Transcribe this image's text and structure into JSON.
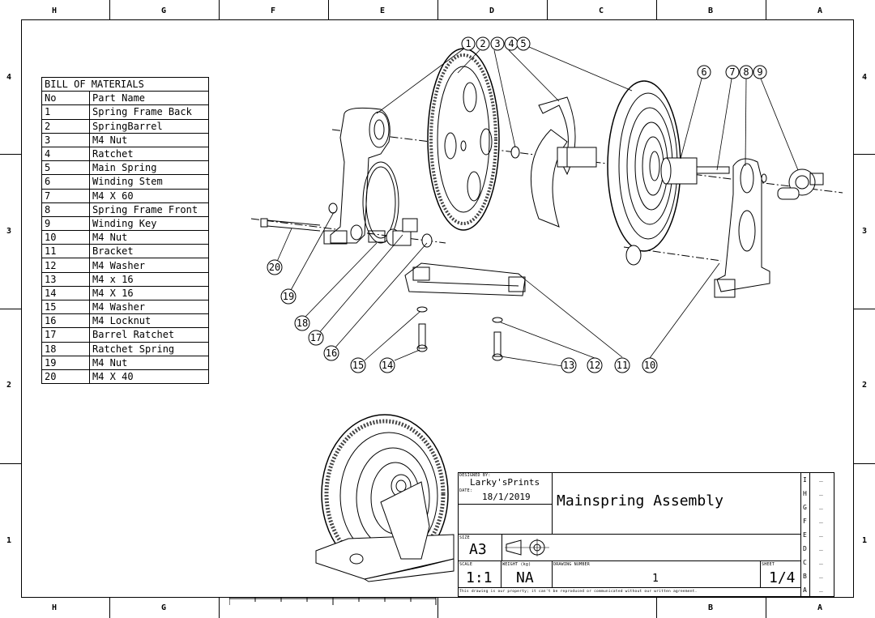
{
  "zones": {
    "top_letters": [
      "H",
      "G",
      "F",
      "E",
      "D",
      "C",
      "B",
      "A"
    ],
    "bottom_letters": [
      "H",
      "G",
      "B",
      "A"
    ],
    "side_numbers": [
      "4",
      "3",
      "2",
      "1"
    ]
  },
  "bom": {
    "title": "BILL OF MATERIALS",
    "headers": [
      "No",
      "Part Name"
    ],
    "rows": [
      [
        "1",
        "Spring Frame Back"
      ],
      [
        "2",
        "SpringBarrel"
      ],
      [
        "3",
        "M4 Nut"
      ],
      [
        "4",
        "Ratchet"
      ],
      [
        "5",
        "Main Spring"
      ],
      [
        "6",
        "Winding Stem"
      ],
      [
        "7",
        "M4 X 60"
      ],
      [
        "8",
        "Spring Frame Front"
      ],
      [
        "9",
        "Winding Key"
      ],
      [
        "10",
        "M4 Nut"
      ],
      [
        "11",
        "Bracket"
      ],
      [
        "12",
        "M4 Washer"
      ],
      [
        "13",
        "M4 x 16"
      ],
      [
        "14",
        "M4 X 16"
      ],
      [
        "15",
        "M4 Washer"
      ],
      [
        "16",
        "M4 Locknut"
      ],
      [
        "17",
        "Barrel Ratchet"
      ],
      [
        "18",
        "Ratchet Spring"
      ],
      [
        "19",
        "M4 Nut"
      ],
      [
        "20",
        "M4 X 40"
      ]
    ]
  },
  "balloons": [
    "1",
    "2",
    "3",
    "4",
    "5",
    "6",
    "7",
    "8",
    "9",
    "10",
    "11",
    "12",
    "13",
    "14",
    "15",
    "16",
    "17",
    "18",
    "19",
    "20"
  ],
  "title_block": {
    "designed_by_label": "DESIGNED BY:",
    "designed_by": "Larky'sPrints",
    "date_label": "DATE:",
    "date": "18/1/2019",
    "title": "Mainspring Assembly",
    "size_label": "SIZE",
    "size": "A3",
    "scale_label": "SCALE",
    "scale": "1:1",
    "weight_label": "WEIGHT (kg)",
    "weight": "NA",
    "drawing_number_label": "DRAWING NUMBER",
    "drawing_number": "1",
    "sheet_label": "SHEET",
    "sheet": "1/4",
    "disclaimer": "This drawing is our property; it can't be reproduced or communicated without our written agreement.",
    "revisions": [
      "I",
      "H",
      "G",
      "F",
      "E",
      "D",
      "C",
      "B",
      "A"
    ],
    "revision_value": "_"
  }
}
